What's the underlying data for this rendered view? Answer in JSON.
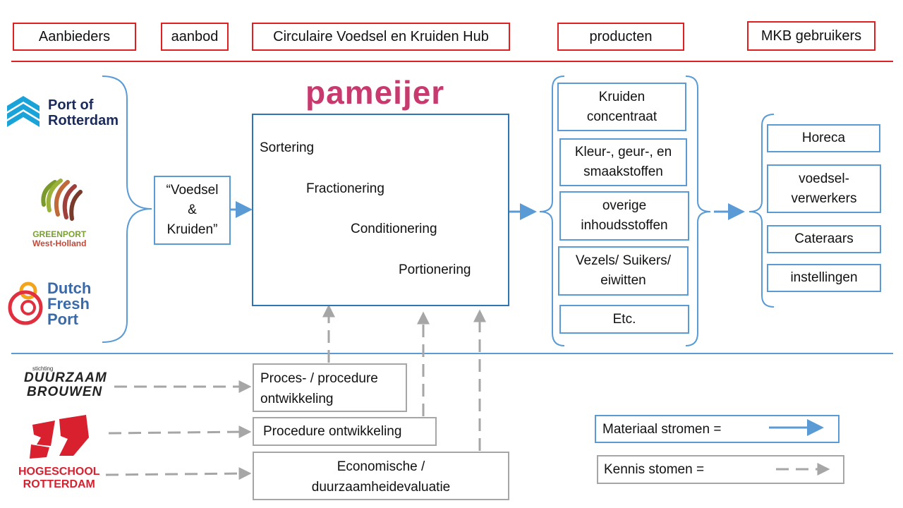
{
  "header": {
    "providers": "Aanbieders",
    "supply": "aanbod",
    "hub": "Circulaire Voedsel en Kruiden Hub",
    "products": "producten",
    "users": "MKB gebruikers"
  },
  "brand": "pameijer",
  "suppliers": {
    "port_rotterdam": [
      "Port of",
      "Rotterdam"
    ],
    "greenport": [
      "GREENPORT",
      "West-Holland"
    ],
    "dutch_fresh_port": [
      "Dutch",
      "Fresh",
      "Port"
    ]
  },
  "input": [
    "“Voedsel",
    "&",
    "Kruiden”"
  ],
  "hub_steps": [
    "Sortering",
    "Fractionering",
    "Conditionering",
    "Portionering"
  ],
  "products": [
    [
      "Kruiden",
      "concentraat"
    ],
    [
      "Kleur-, geur-, en",
      "smaakstoffen"
    ],
    [
      "overige",
      "inhoudsstoffen"
    ],
    [
      "Vezels/ Suikers/",
      "eiwitten"
    ],
    [
      "Etc."
    ]
  ],
  "users": [
    [
      "Horeca"
    ],
    [
      "voedsel-",
      "verwerkers"
    ],
    [
      "Cateraars"
    ],
    [
      "instellingen"
    ]
  ],
  "knowledge_partners": {
    "duurzaam_brouwen": [
      "stichting",
      "DUURZAAM",
      "BROUWEN"
    ],
    "hogeschool": [
      "HOGESCHOOL",
      "ROTTERDAM"
    ]
  },
  "knowledge_boxes": [
    [
      "Proces- / procedure",
      "ontwikkeling"
    ],
    [
      "Procedure ontwikkeling"
    ],
    [
      "Economische /",
      "duurzaamheidevaluatie"
    ]
  ],
  "legend": {
    "material": "Materiaal stromen =",
    "knowledge": "Kennis stomen ="
  },
  "colors": {
    "header_border": "#e02020",
    "material_blue": "#5b9bd5",
    "hub_border": "#2e75b6",
    "knowledge_gray": "#a6a6a6",
    "pameijer": "#c83a6e"
  }
}
